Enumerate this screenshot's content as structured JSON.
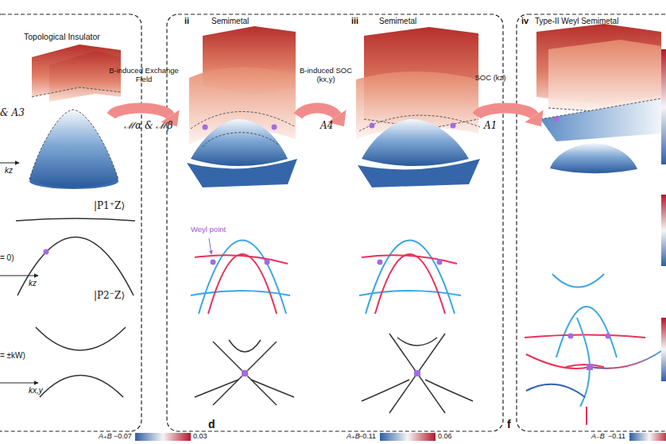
{
  "diagram": {
    "nodes": [
      {
        "text": [
          "Topological Insulator"
        ]
      },
      {
        "text": [
          "ii",
          "Semimetal"
        ]
      },
      {
        "text": [
          "iii",
          "Semimetal"
        ]
      },
      {
        "text": [
          "iv",
          "Type-II Weyl Semimetal"
        ]
      }
    ],
    "edges": [
      {
        "from": 0,
        "to": 1,
        "arrow": "to",
        "label": "B-induced Exchange Field"
      },
      {
        "from": 1,
        "to": 2,
        "arrow": "to",
        "label": "B-induced SOC (kx,y)"
      },
      {
        "from": 2,
        "to": 3,
        "arrow": "to",
        "label": "SOC (kz)"
      }
    ],
    "labels": [
      "ℳα & ℳβ",
      "A4",
      "A1",
      "& A3",
      "kz",
      "|P1⁺Z⟩",
      "= 0)",
      "kz",
      "|P2⁻Z⟩",
      "= ±kW)",
      "kx,y",
      "Weyl point",
      "A₊B",
      "−0.07",
      "0.03",
      "d",
      "A₊B",
      "−0.11",
      "0.06",
      "f",
      "A₋B",
      "−0.11"
    ]
  }
}
